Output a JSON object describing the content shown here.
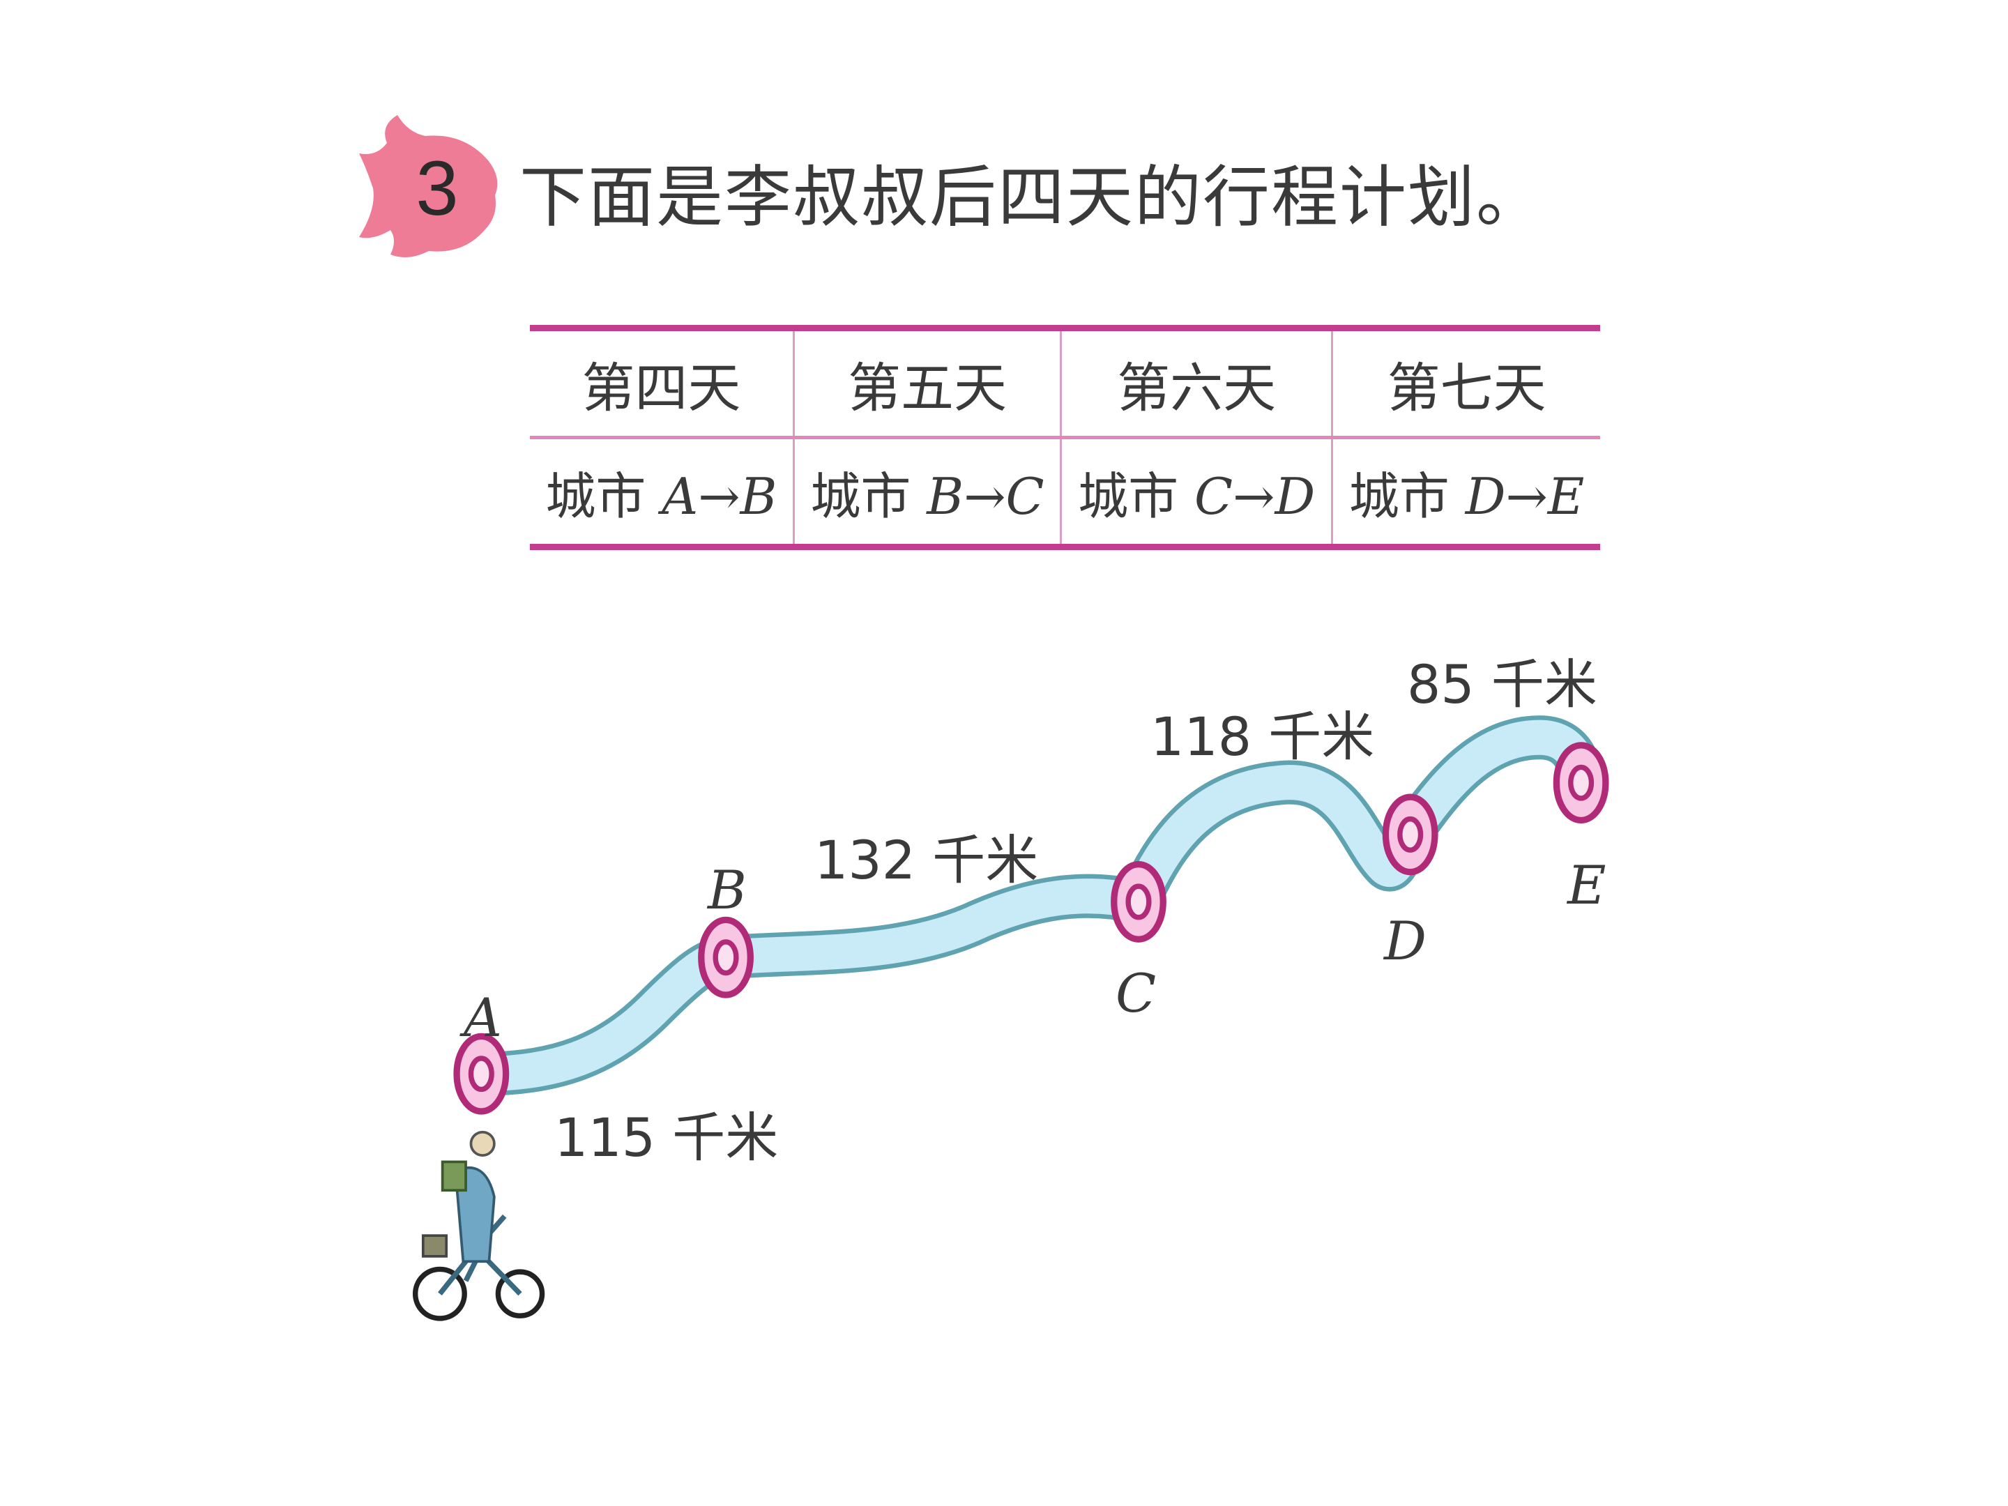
{
  "problem": {
    "number": "3",
    "title": "下面是李叔叔后四天的行程计划。"
  },
  "plan_table": {
    "headers": [
      "第四天",
      "第五天",
      "第六天",
      "第七天"
    ],
    "routes": [
      {
        "prefix": "城市",
        "from": "A",
        "arrow": "→",
        "to": "B"
      },
      {
        "prefix": "城市",
        "from": "B",
        "arrow": "→",
        "to": "C"
      },
      {
        "prefix": "城市",
        "from": "C",
        "arrow": "→",
        "to": "D"
      },
      {
        "prefix": "城市",
        "from": "D",
        "arrow": "→",
        "to": "E"
      }
    ]
  },
  "map": {
    "cities": [
      {
        "label": "A"
      },
      {
        "label": "B"
      },
      {
        "label": "C"
      },
      {
        "label": "D"
      },
      {
        "label": "E"
      }
    ],
    "distances": [
      {
        "segment": "A-B",
        "text": "115 千米"
      },
      {
        "segment": "B-C",
        "text": "132 千米"
      },
      {
        "segment": "C-D",
        "text": "118 千米"
      },
      {
        "segment": "D-E",
        "text": "85 千米"
      }
    ],
    "icons": [
      "cyclist-icon"
    ]
  },
  "colors": {
    "accent_pink": "#c23d8d",
    "badge_pink": "#ef7c97",
    "road_fill": "#c9eaf7",
    "road_edge": "#5fa3b0",
    "city_ring": "#b02a78",
    "city_fill": "#f8c6e3"
  }
}
